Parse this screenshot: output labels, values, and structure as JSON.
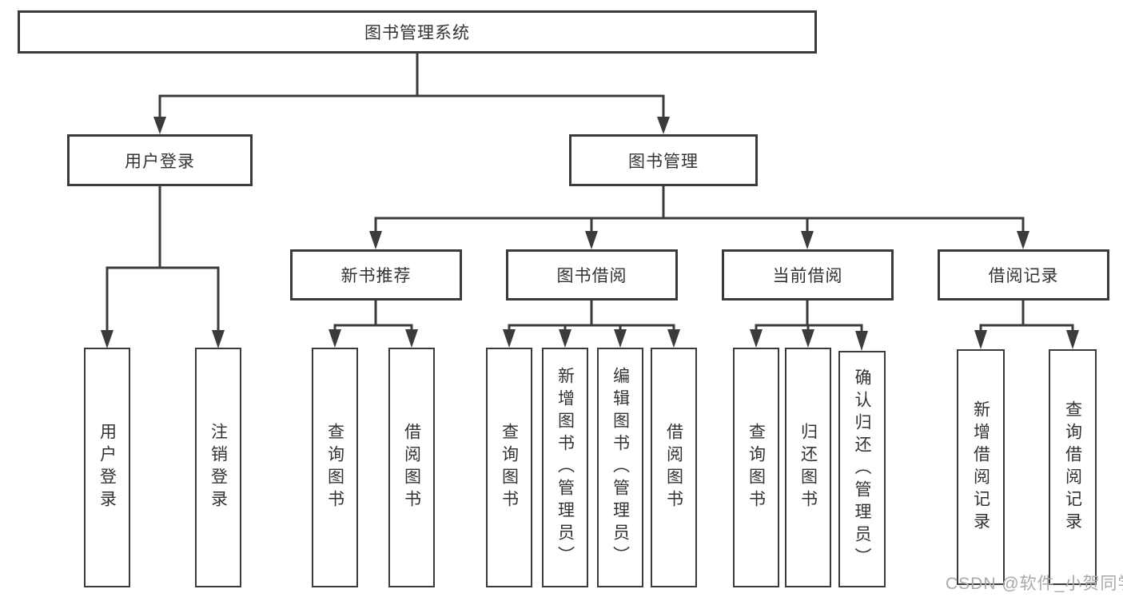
{
  "diagram": {
    "root": "图书管理系统",
    "level2": [
      "用户登录",
      "图书管理"
    ],
    "level3": [
      "新书推荐",
      "图书借阅",
      "当前借阅",
      "借阅记录"
    ],
    "leaves": {
      "login": [
        "用户登录",
        "注销登录"
      ],
      "recommend": [
        "查询图书",
        "借阅图书"
      ],
      "borrow": [
        "查询图书",
        "新增图书（管理员）",
        "编辑图书（管理员）",
        "借阅图书"
      ],
      "current": [
        "查询图书",
        "归还图书",
        "确认归还（管理员）"
      ],
      "records": [
        "新增借阅记录",
        "查询借阅记录"
      ]
    }
  },
  "watermark": "CSDN @软件_小贺同学",
  "colors": {
    "line": "#3b3b3b",
    "text": "#333333",
    "watermark": "#a9a9a9",
    "background": "#ffffff"
  }
}
